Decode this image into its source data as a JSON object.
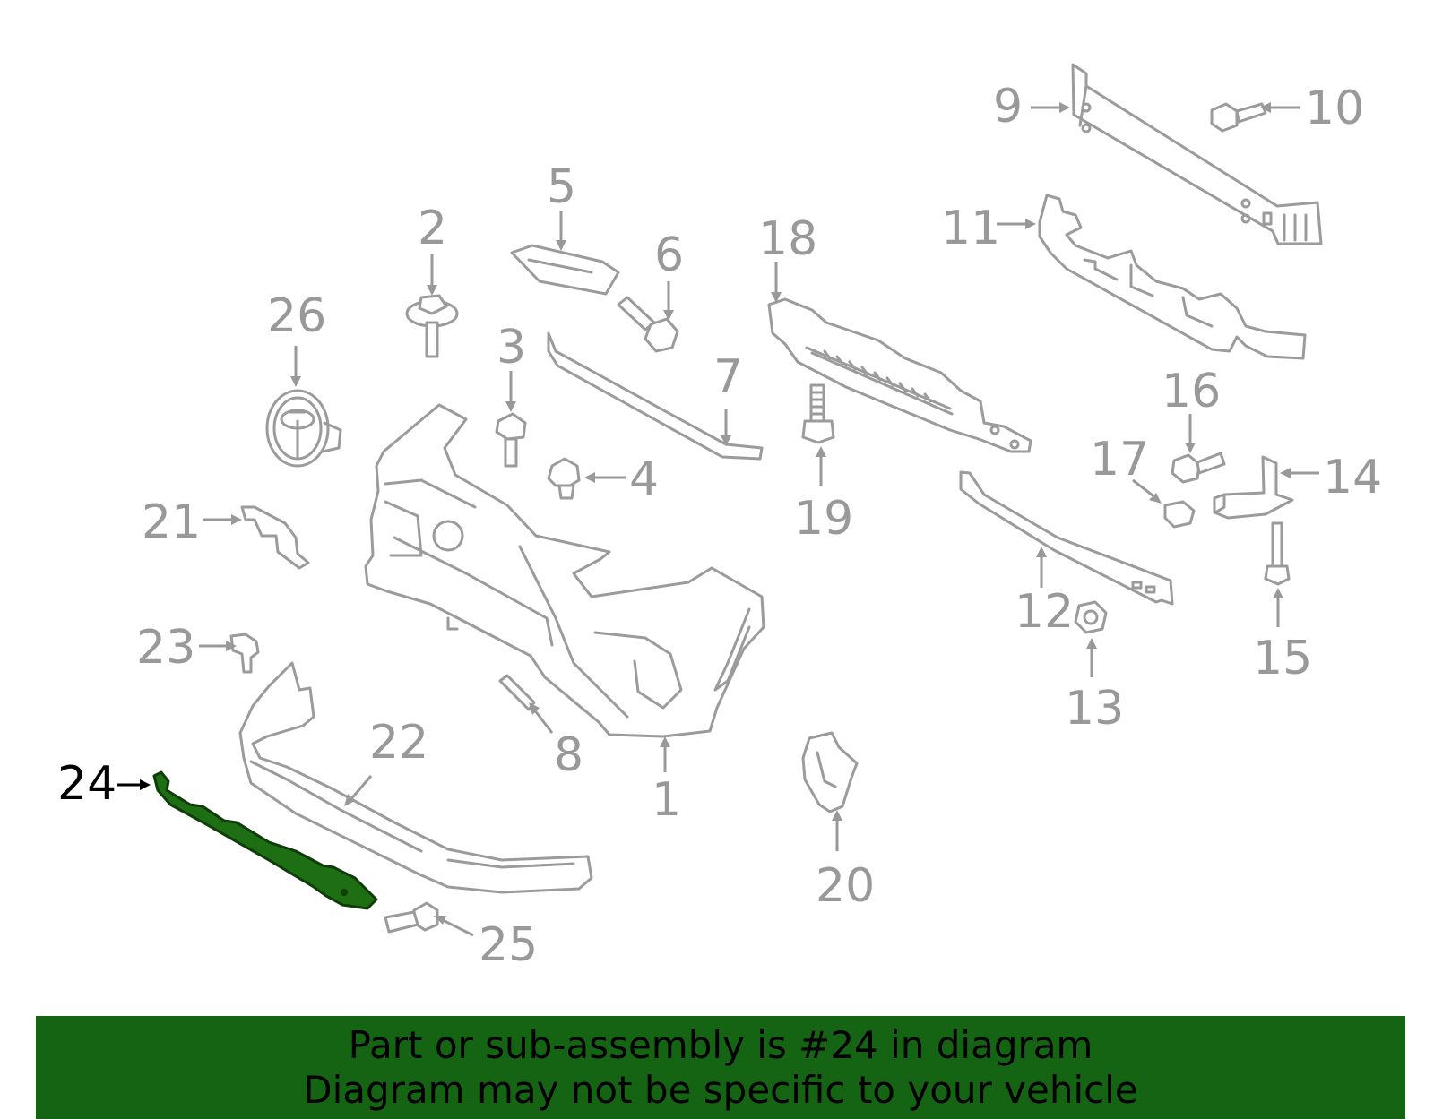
{
  "highlighted_part": "24",
  "callouts": [
    "1",
    "2",
    "3",
    "4",
    "5",
    "6",
    "7",
    "8",
    "9",
    "10",
    "11",
    "12",
    "13",
    "14",
    "15",
    "16",
    "17",
    "18",
    "19",
    "20",
    "21",
    "22",
    "23",
    "24",
    "25",
    "26"
  ],
  "banner": {
    "line1": "Part or sub-assembly is #24 in diagram",
    "line2": "Diagram may not be specific to your vehicle"
  },
  "colors": {
    "part_outline": "#9b9b9b",
    "callout_text": "#999999",
    "highlight_fill": "#1e6e14",
    "banner_bg": "#146414"
  }
}
